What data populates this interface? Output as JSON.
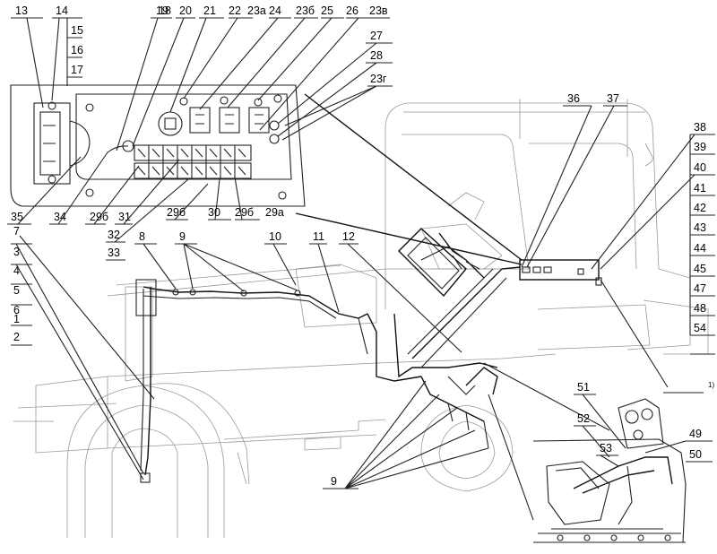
{
  "inset_top": {
    "labels": [
      "13",
      "14",
      "15",
      "16",
      "17",
      "18",
      "19",
      "20",
      "21",
      "22",
      "23а",
      "24",
      "23б",
      "25",
      "26",
      "23в",
      "27",
      "28",
      "23г",
      "35",
      "34",
      "29б",
      "31",
      "32",
      "33",
      "29б",
      "30",
      "29б",
      "29а"
    ]
  },
  "main": {
    "labels": [
      "1",
      "2",
      "3",
      "4",
      "5",
      "6",
      "7",
      "8",
      "9",
      "10",
      "11",
      "12",
      "36",
      "37",
      "38",
      "39",
      "40",
      "41",
      "42",
      "43",
      "44",
      "45",
      "47",
      "48",
      "54",
      "1)",
      "9"
    ]
  },
  "inset_bottom": {
    "labels": [
      "51",
      "52",
      "53",
      "49",
      "50"
    ]
  }
}
